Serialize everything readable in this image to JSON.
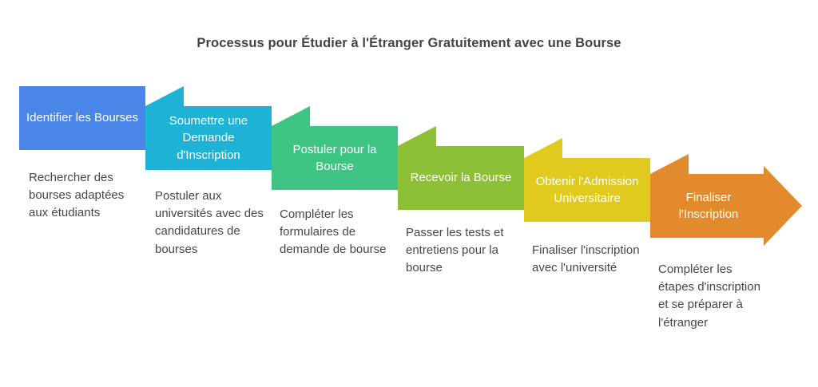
{
  "title": "Processus pour Étudier à l'Étranger Gratuitement avec une Bourse",
  "colors": {
    "title_text": "#404547",
    "description_text": "#42474b",
    "label_text": "#ffffff",
    "background": "#ffffff",
    "stage_1": "#4a86e8",
    "stage_2": "#1eb2d6",
    "stage_3": "#3ec483",
    "stage_4": "#8dbf37",
    "stage_5": "#e0ca1e",
    "stage_6": "#e38b2c"
  },
  "stages": [
    {
      "index": "1",
      "label": "Identifier les Bourses",
      "description": "Rechercher des bourses adaptées aux étudiants",
      "color": "#4a86e8"
    },
    {
      "index": "2",
      "label": "Soumettre une Demande d'Inscription",
      "description": "Postuler aux universités avec des candidatures de bourses",
      "color": "#1eb2d6"
    },
    {
      "index": "3",
      "label": "Postuler pour la Bourse",
      "description": "Compléter les formulaires de demande de bourse",
      "color": "#3ec483"
    },
    {
      "index": "4",
      "label": "Recevoir la Bourse",
      "description": "Passer les tests et entretiens pour la bourse",
      "color": "#8dbf37"
    },
    {
      "index": "5",
      "label": "Obtenir l'Admission Universitaire",
      "description": "Finaliser l'inscription avec l'université",
      "color": "#e0ca1e"
    },
    {
      "index": "6",
      "label": "Finaliser l'Inscription",
      "description": "Compléter les étapes d'inscription et se préparer à l'étranger",
      "color": "#e38b2c"
    }
  ]
}
